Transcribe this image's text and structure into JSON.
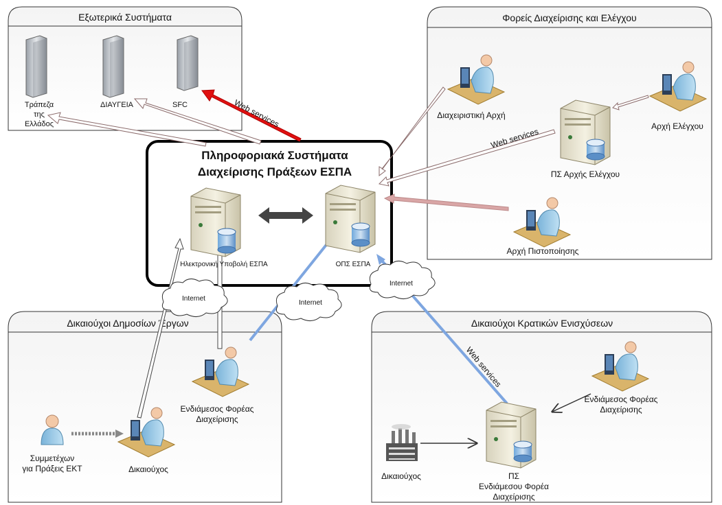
{
  "groups": {
    "external": {
      "title": "Εξωτερικά Συστήματα",
      "bank_l1": "Τράπεζα",
      "bank_l2": "της",
      "bank_l3": "Ελλάδος",
      "diavgeia": "ΔΙΑΥΓΕΙΑ",
      "sfc": "SFC"
    },
    "management": {
      "title": "Φορείς Διαχείρισης και Ελέγχου",
      "managing_authority": "Διαχειριστική Αρχή",
      "audit_authority": "Αρχή Ελέγχου",
      "audit_is": "ΠΣ Αρχής Ελέγχου",
      "certifying_authority": "Αρχή Πιστοποίησης",
      "web_services": "Web services"
    },
    "central": {
      "title_l1": "Πληροφοριακά Συστήματα",
      "title_l2": "Διαχείρισης Πράξεων ΕΣΠΑ",
      "e_submission": "Ηλεκτρονική Υποβολή  ΕΣΠΑ",
      "ops": "ΟΠΣ ΕΣΠΑ",
      "web_services": "Web services"
    },
    "public_works": {
      "title": "Δικαιούχοι Δημοσίων Έργων",
      "intermediate_l1": "Ενδιάμεσος Φορέας",
      "intermediate_l2": "Διαχείρισης",
      "participants_l1": "Συμμετέχων",
      "participants_l2": "για Πράξεις ΕΚΤ",
      "beneficiary": "Δικαιούχος"
    },
    "state_aid": {
      "title": "Δικαιούχοι Κρατικών Ενισχύσεων",
      "intermediate_l1": "Ενδιάμεσος Φορέας",
      "intermediate_l2": "Διαχείρισης",
      "beneficiary": "Δικαιούχος",
      "is_l1": "ΠΣ",
      "is_l2": "Ενδιάμεσου Φορέα",
      "is_l3": "Διαχείρισης",
      "web_services": "Web services"
    }
  },
  "clouds": {
    "c1": "Internet",
    "c2": "Internet",
    "c3": "Internet"
  },
  "colors": {
    "red_arrow": "#e01010",
    "blue_arrow": "#7ea6e0",
    "pink_arrow": "#d9a6a6",
    "dark_arrow": "#444444"
  }
}
